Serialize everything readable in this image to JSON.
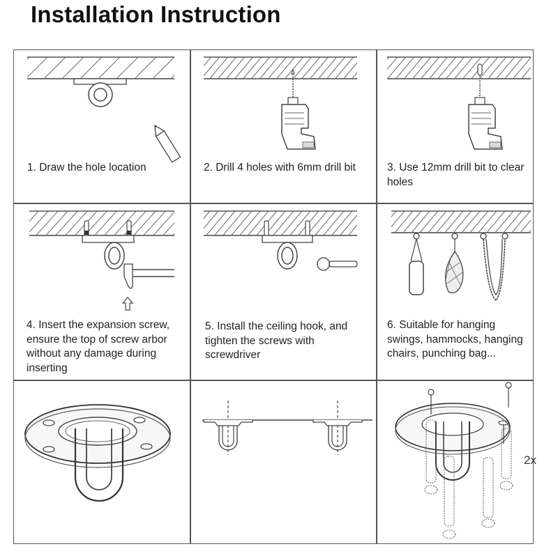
{
  "document": {
    "title": "Installation Instruction"
  },
  "steps": [
    {
      "number": 1,
      "text": "1. Draw the hole location",
      "icon": "pencil-ceiling-mount-icon"
    },
    {
      "number": 2,
      "text": "2. Drill 4 holes with 6mm drill bit",
      "icon": "drill-icon"
    },
    {
      "number": 3,
      "text": "3. Use 12mm drill bit to clear holes",
      "icon": "drill-clear-icon"
    },
    {
      "number": 4,
      "text": "4. Insert the expansion screw, ensure the top of screw arbor without any damage during inserting",
      "icon": "hammer-expansion-screw-icon"
    },
    {
      "number": 5,
      "text": "5. Install the ceiling hook, and tighten the screws with screwdriver",
      "icon": "wrench-ceiling-hook-icon"
    },
    {
      "number": 6,
      "text": "6. Suitable for hanging swings, hammocks, hanging chairs, punching bag...",
      "icon": "hanging-items-icon"
    }
  ],
  "bottom_row": {
    "quantity_label": "2x"
  },
  "colors": {
    "line": "#555555",
    "text": "#222222",
    "background": "#ffffff"
  }
}
